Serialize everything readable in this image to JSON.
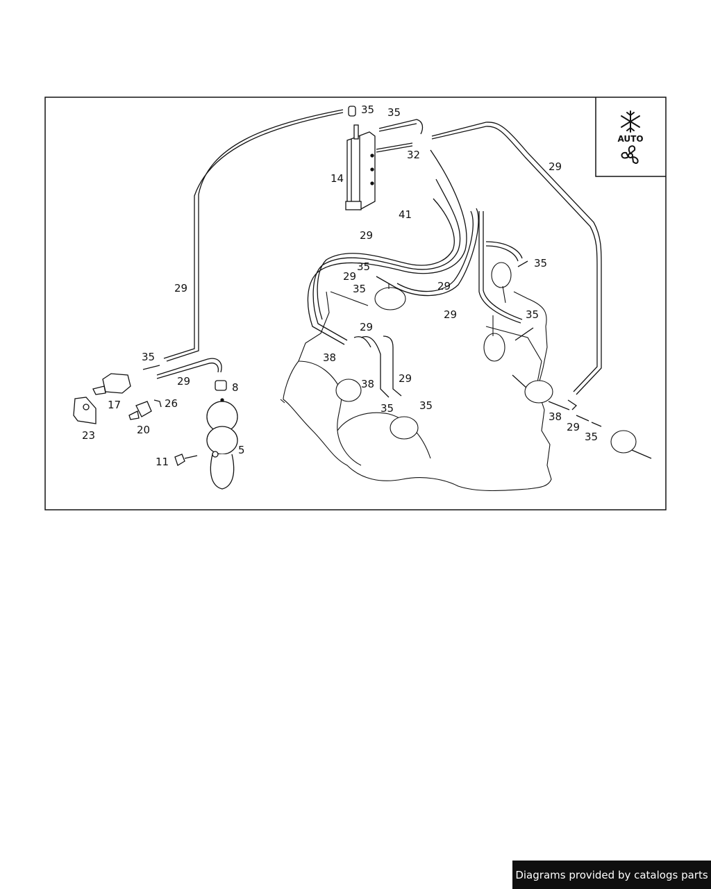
{
  "inset": {
    "label": "AUTO",
    "icons": [
      "snowflake-icon",
      "fan-icon"
    ]
  },
  "callouts": {
    "c35_top": "35",
    "c35_top2": "35",
    "c32": "32",
    "c14": "14",
    "c29_right": "29",
    "c41": "41",
    "c29_loop": "29",
    "c29_left": "29",
    "c35_a": "35",
    "c29_b": "29",
    "c35_b": "35",
    "c29_c": "29",
    "c29_d": "29",
    "c35_r1": "35",
    "c35_r2": "35",
    "c29_mid": "29",
    "c38_a": "38",
    "c38_b": "38",
    "c29_e": "29",
    "c35_c": "35",
    "c35_d": "35",
    "c35_left": "35",
    "c29_left2": "29",
    "c8": "8",
    "c17": "17",
    "c26": "26",
    "c23": "23",
    "c20": "20",
    "c5": "5",
    "c11": "11",
    "c38_r": "38",
    "c29_r": "29",
    "c35_r3": "35"
  },
  "footer": {
    "text": "Diagrams provided by catalogs parts"
  }
}
